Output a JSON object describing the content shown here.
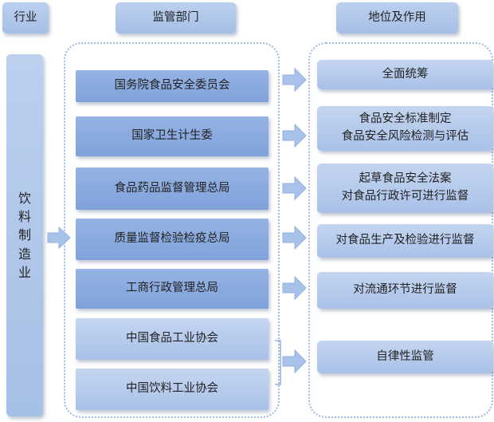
{
  "headers": {
    "industry": "行业",
    "regulator": "监管部门",
    "role": "地位及作用"
  },
  "industry_label": [
    "饮",
    "料",
    "制",
    "造",
    "业"
  ],
  "regulators": [
    "国务院食品安全委员会",
    "国家卫生计生委",
    "食品药品监督管理总局",
    "质量监督检验检疫总局",
    "工商行政管理总局",
    "中国食品工业协会",
    "中国饮料工业协会"
  ],
  "roles": [
    [
      "全面统筹"
    ],
    [
      "食品安全标准制定",
      "食品安全风险检测与评估"
    ],
    [
      "起草食品安全法案",
      "对食品行政许可进行监督"
    ],
    [
      "对食品生产及检验进行监督"
    ],
    [
      "对流通环节进行监督"
    ],
    [
      "自律性监管"
    ]
  ]
}
